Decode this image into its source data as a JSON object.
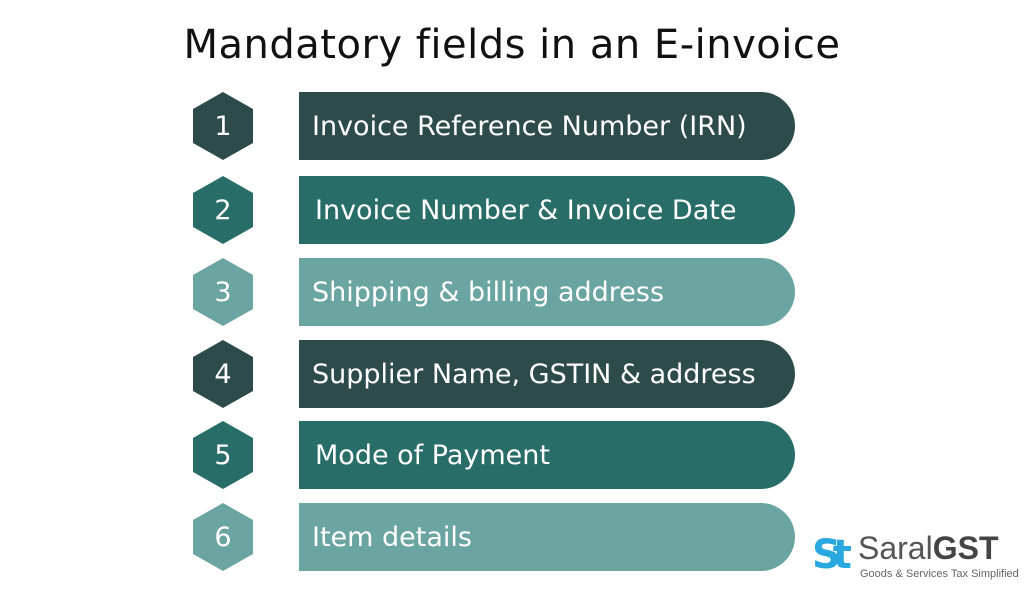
{
  "title": "Mandatory fields in an E-invoice",
  "colors": {
    "dark": "#2d4b4a",
    "medium": "#286d68",
    "light": "#6ba5a1",
    "logo_blue": "#29a8e0"
  },
  "items": [
    {
      "number": "1",
      "label": "Invoice Reference Number (IRN)",
      "shade": "dark"
    },
    {
      "number": "2",
      "label": "Invoice Number & Invoice Date",
      "shade": "medium"
    },
    {
      "number": "3",
      "label": "Shipping & billing address",
      "shade": "light"
    },
    {
      "number": "4",
      "label": "Supplier Name, GSTIN & address",
      "shade": "dark"
    },
    {
      "number": "5",
      "label": "Mode of Payment",
      "shade": "medium"
    },
    {
      "number": "6",
      "label": "Item details",
      "shade": "light"
    }
  ],
  "logo": {
    "mark": "St",
    "name_light": "Saral",
    "name_bold": "GST",
    "tagline": "Goods & Services Tax Simplified"
  }
}
